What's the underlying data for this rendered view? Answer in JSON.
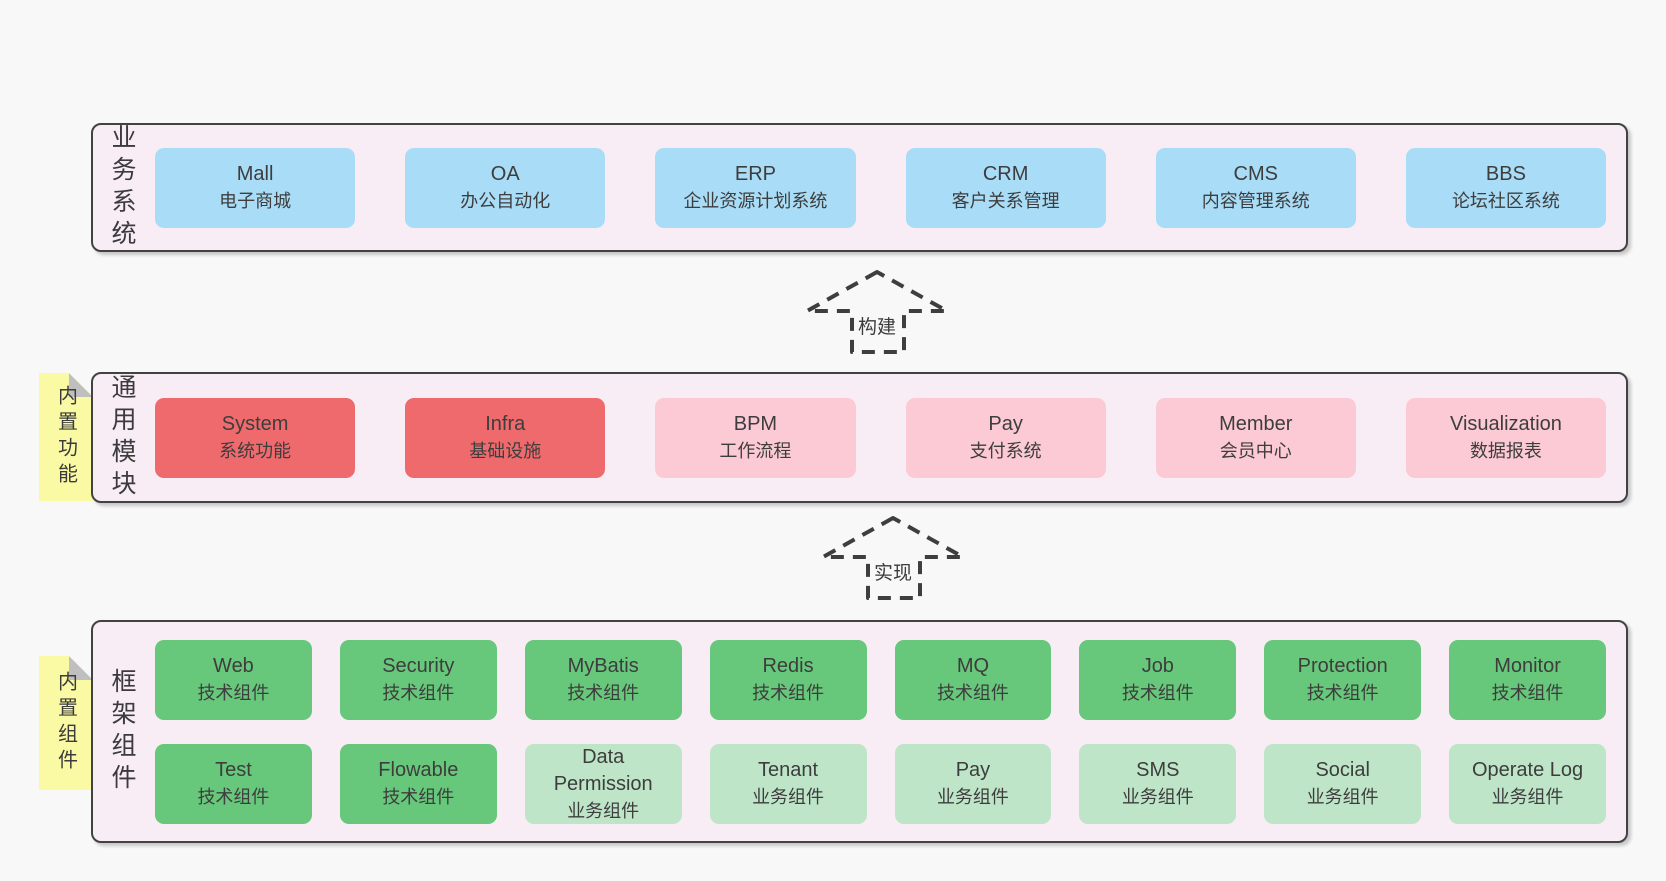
{
  "colors": {
    "background": "#f8f8f8",
    "container_bg": "#f9edf5",
    "container_border": "#424242",
    "blue": "#a9dcf6",
    "red": "#ef6a6c",
    "pink": "#fccad4",
    "green": "#67c77a",
    "lightgreen": "#bee5c8",
    "note_yellow": "#fafaa5",
    "note_fold": "#bfbfbf",
    "text": "#3d3d3d"
  },
  "arrows": [
    {
      "label": "构建"
    },
    {
      "label": "实现"
    }
  ],
  "layers": [
    {
      "label": "业务系统",
      "items": [
        {
          "name": "Mall",
          "desc": "电子商城"
        },
        {
          "name": "OA",
          "desc": "办公自动化"
        },
        {
          "name": "ERP",
          "desc": "企业资源计划系统"
        },
        {
          "name": "CRM",
          "desc": "客户关系管理"
        },
        {
          "name": "CMS",
          "desc": "内容管理系统"
        },
        {
          "name": "BBS",
          "desc": "论坛社区系统"
        }
      ]
    },
    {
      "label": "通用模块",
      "note": "内置功能",
      "items": [
        {
          "name": "System",
          "desc": "系统功能"
        },
        {
          "name": "Infra",
          "desc": "基础设施"
        },
        {
          "name": "BPM",
          "desc": "工作流程"
        },
        {
          "name": "Pay",
          "desc": "支付系统"
        },
        {
          "name": "Member",
          "desc": "会员中心"
        },
        {
          "name": "Visualization",
          "desc": "数据报表"
        }
      ]
    },
    {
      "label": "框架组件",
      "note": "内置组件",
      "rows": [
        [
          {
            "name": "Web",
            "desc": "技术组件"
          },
          {
            "name": "Security",
            "desc": "技术组件"
          },
          {
            "name": "MyBatis",
            "desc": "技术组件"
          },
          {
            "name": "Redis",
            "desc": "技术组件"
          },
          {
            "name": "MQ",
            "desc": "技术组件"
          },
          {
            "name": "Job",
            "desc": "技术组件"
          },
          {
            "name": "Protection",
            "desc": "技术组件"
          },
          {
            "name": "Monitor",
            "desc": "技术组件"
          }
        ],
        [
          {
            "name": "Test",
            "desc": "技术组件"
          },
          {
            "name": "Flowable",
            "desc": "技术组件"
          },
          {
            "name": "Data Permission",
            "desc": "业务组件"
          },
          {
            "name": "Tenant",
            "desc": "业务组件"
          },
          {
            "name": "Pay",
            "desc": "业务组件"
          },
          {
            "name": "SMS",
            "desc": "业务组件"
          },
          {
            "name": "Social",
            "desc": "业务组件"
          },
          {
            "name": "Operate Log",
            "desc": "业务组件"
          }
        ]
      ]
    }
  ]
}
